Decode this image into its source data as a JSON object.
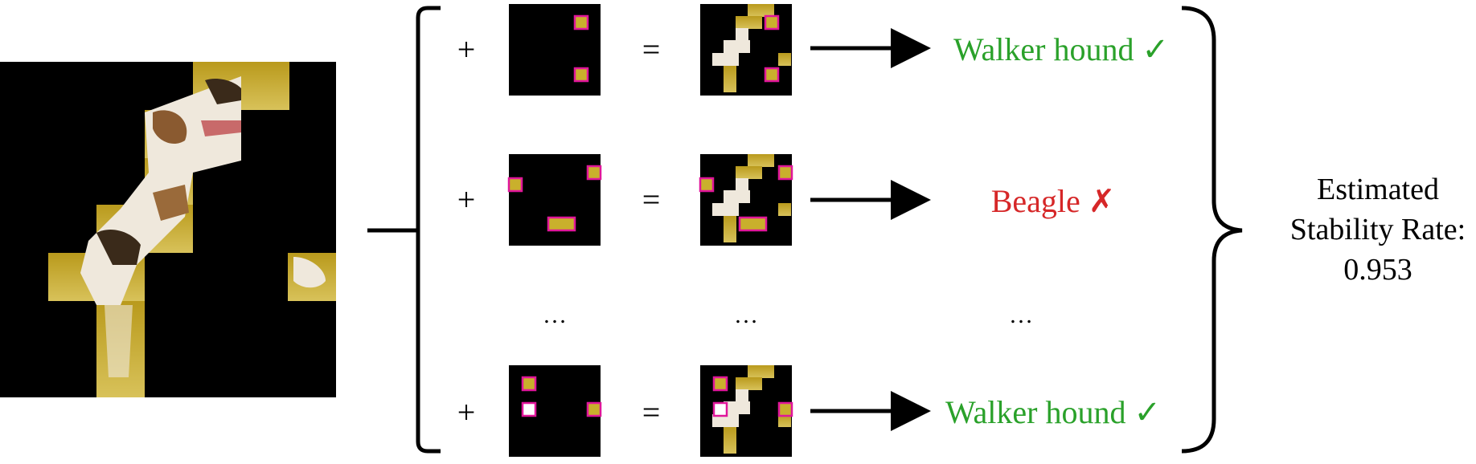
{
  "colors": {
    "correct": "#2aa12a",
    "wrong": "#d62728",
    "highlight": "#e0169a",
    "gold": "#c9b02c",
    "background_mask": "#000000"
  },
  "operators": {
    "plus": "+",
    "equals": "="
  },
  "rows": [
    {
      "label": "Walker hound ✓",
      "status": "correct"
    },
    {
      "label": "Beagle ✗",
      "status": "wrong"
    },
    {
      "label": "Walker hound ✓",
      "status": "correct"
    }
  ],
  "ellipsis": "…",
  "result": {
    "line1": "Estimated",
    "line2": "Stability Rate:",
    "value": "0.953"
  }
}
